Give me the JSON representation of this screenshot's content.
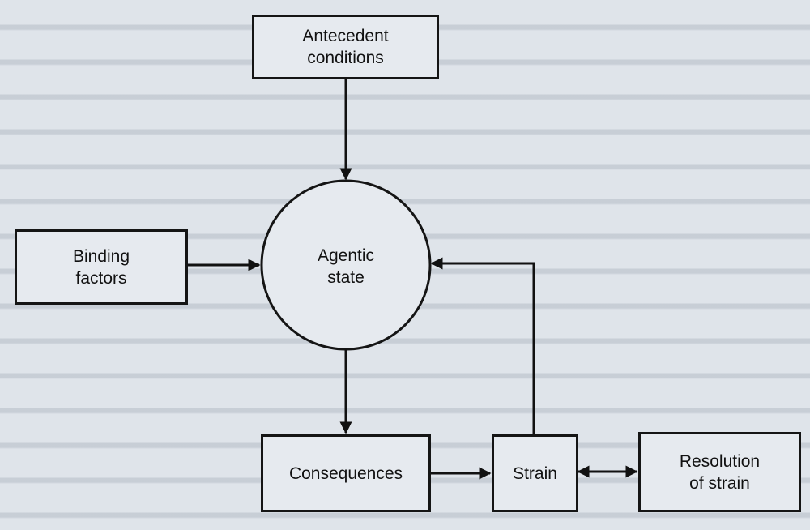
{
  "diagram": {
    "nodes": {
      "antecedent_conditions": "Antecedent\nconditions",
      "binding_factors": "Binding\nfactors",
      "agentic_state": "Agentic\nstate",
      "consequences": "Consequences",
      "strain": "Strain",
      "resolution_of_strain": "Resolution\nof strain"
    },
    "edges": [
      {
        "from": "antecedent_conditions",
        "to": "agentic_state",
        "direction": "forward"
      },
      {
        "from": "binding_factors",
        "to": "agentic_state",
        "direction": "forward"
      },
      {
        "from": "agentic_state",
        "to": "consequences",
        "direction": "forward"
      },
      {
        "from": "consequences",
        "to": "strain",
        "direction": "forward"
      },
      {
        "from": "strain",
        "to": "agentic_state",
        "direction": "forward"
      },
      {
        "from": "strain",
        "to": "resolution_of_strain",
        "direction": "both"
      }
    ]
  }
}
